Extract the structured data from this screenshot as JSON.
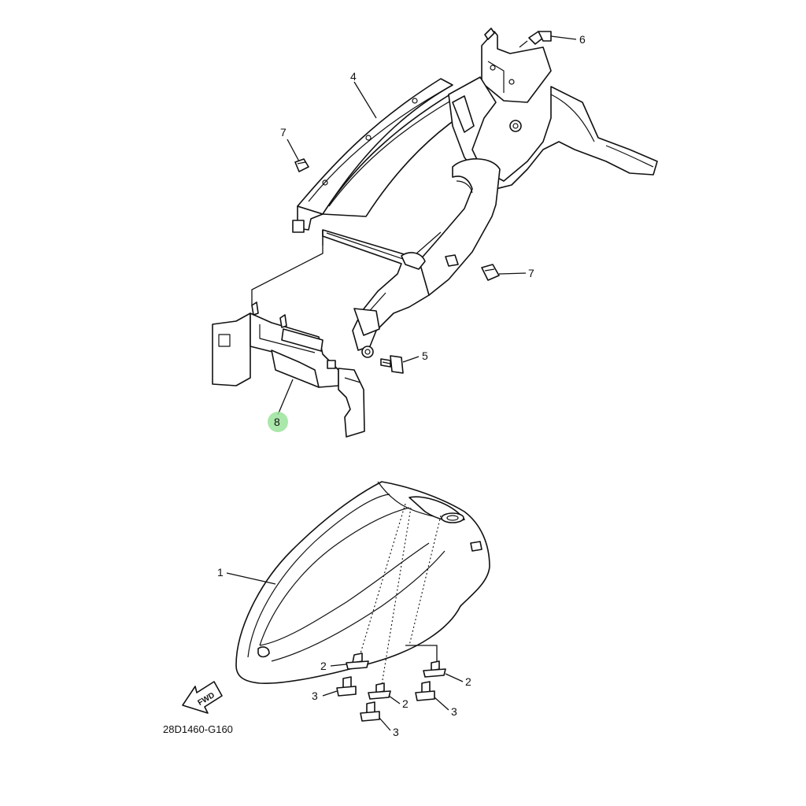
{
  "diagram_code": "28D1460-G160",
  "fwd_label": "FWD",
  "highlight_color": "#9be39b",
  "callouts": {
    "c1": "1",
    "c2a": "2",
    "c2b": "2",
    "c2c": "2",
    "c3a": "3",
    "c3b": "3",
    "c3c": "3",
    "c4": "4",
    "c5": "5",
    "c6": "6",
    "c7a": "7",
    "c7b": "7",
    "c8": "8"
  }
}
